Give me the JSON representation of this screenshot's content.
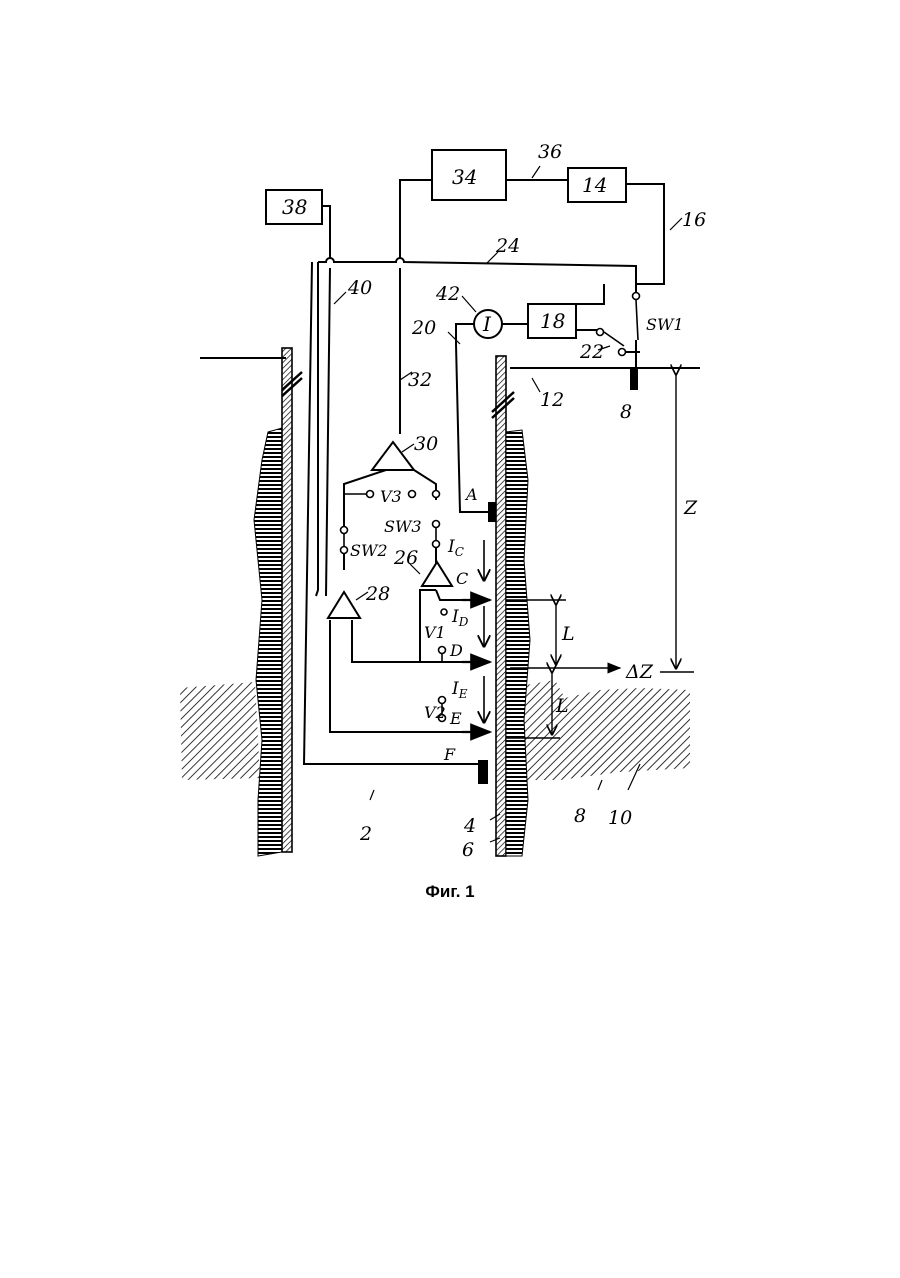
{
  "caption": "Фиг. 1",
  "blocks": {
    "b38": "38",
    "b34": "34",
    "b14": "14",
    "b18": "18",
    "meter": "I"
  },
  "refs": {
    "r36": "36",
    "r16": "16",
    "r24": "24",
    "r40": "40",
    "r42": "42",
    "r20": "20",
    "r22": "22",
    "r12": "12",
    "r8top": "8",
    "r32": "32",
    "r30": "30",
    "r28": "28",
    "r26": "26",
    "r2": "2",
    "r4": "4",
    "r6": "6",
    "r8": "8",
    "r10": "10"
  },
  "switches": {
    "sw1": "SW1",
    "sw2": "SW2",
    "sw3": "SW3"
  },
  "nodes": {
    "v3": "V3",
    "v1": "V1",
    "v2": "V2",
    "A": "A",
    "C": "C",
    "D": "D",
    "E": "E",
    "F": "F"
  },
  "currents": {
    "ic": "I",
    "ic_sub": "C",
    "id": "I",
    "id_sub": "D",
    "ie": "I",
    "ie_sub": "E"
  },
  "dims": {
    "z": "Z",
    "L": "L",
    "L2": "L",
    "dz": "ΔZ"
  }
}
